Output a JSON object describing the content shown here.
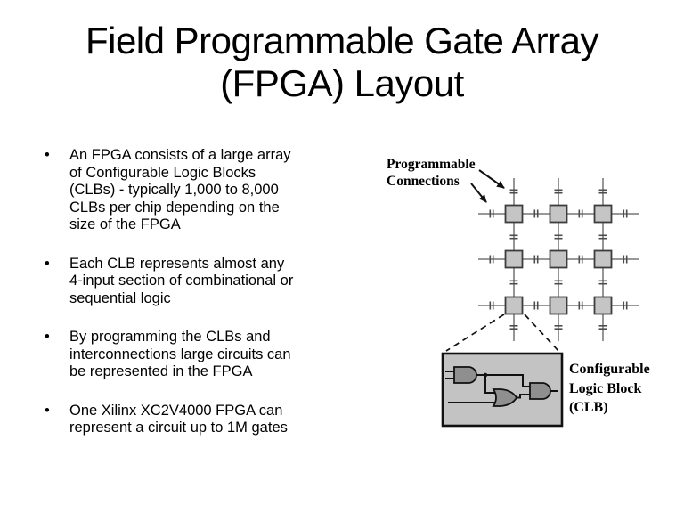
{
  "slide": {
    "title_lines": [
      "Field Programmable Gate Array",
      "(FPGA) Layout"
    ],
    "bullets": [
      {
        "lines": [
          "An FPGA consists of a large array",
          "of Configurable Logic Blocks",
          "(CLBs) - typically 1,000 to 8,000",
          "CLBs per chip depending on the",
          "size of the FPGA"
        ]
      },
      {
        "lines": [
          "Each CLB represents almost any",
          "4-input section of combinational or",
          "sequential logic"
        ]
      },
      {
        "lines": [
          "By programming the CLBs and",
          "interconnections large circuits can",
          "be represented in the FPGA"
        ]
      },
      {
        "lines": [
          "One Xilinx XC2V4000 FPGA can",
          "represent a circuit up to 1M gates"
        ]
      }
    ]
  },
  "diagram": {
    "labels": {
      "programmable_connections": {
        "lines": [
          "Programmable",
          "Connections"
        ]
      },
      "clb": {
        "lines": [
          "Configurable",
          "Logic Block",
          "(CLB)"
        ]
      }
    },
    "grid": {
      "rows": 3,
      "cols": 3
    },
    "colors": {
      "wire": "#8a8a8a",
      "tick": "#4d4d4d",
      "clb_fill": "#c5c5c5",
      "clb_border": "#3d3d3d",
      "box_fill": "#c3c3c3",
      "gate_fill": "#8f8f8f",
      "ink": "#111111"
    }
  }
}
